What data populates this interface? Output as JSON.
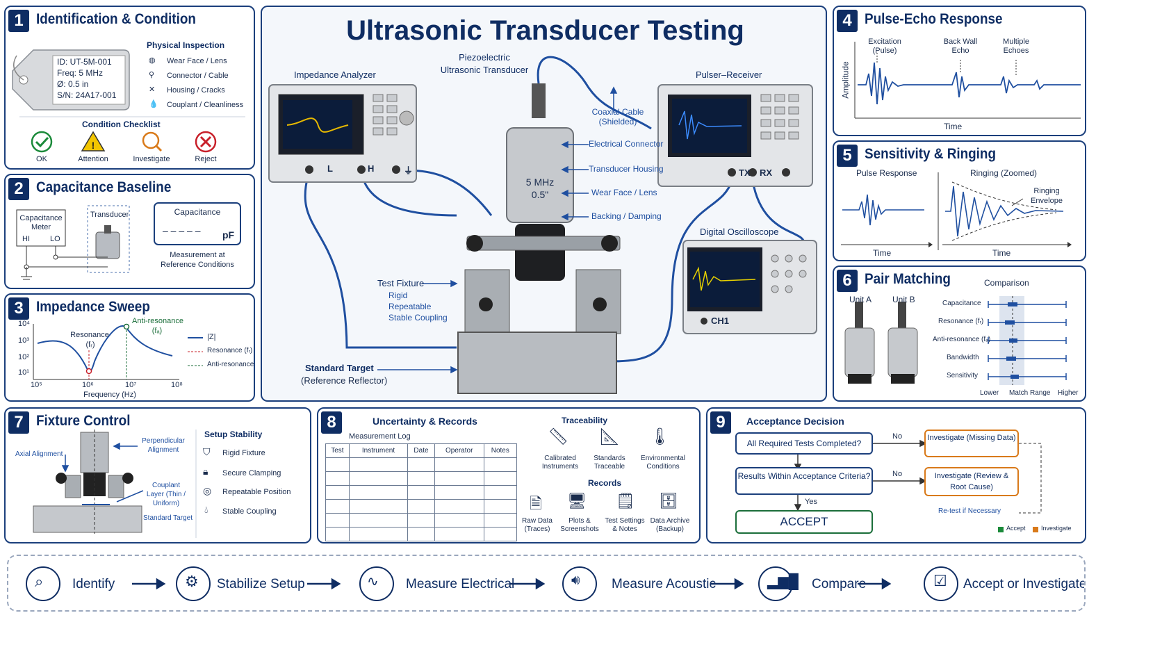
{
  "main_title": "Ultrasonic Transducer Testing",
  "panel1": {
    "num": "1",
    "title": "Identification & Condition",
    "tag": [
      "ID: UT-5M-001",
      "Freq: 5 MHz",
      "Ø:  0.5 in",
      "S/N: 24A17-001"
    ],
    "inspection_title": "Physical Inspection",
    "inspection_items": [
      "Wear Face / Lens",
      "Connector / Cable",
      "Housing / Cracks",
      "Couplant / Cleanliness"
    ],
    "checklist_title": "Condition Checklist",
    "checklist": [
      "OK",
      "Attention",
      "Investigate",
      "Reject"
    ]
  },
  "panel2": {
    "num": "2",
    "title": "Capacitance Baseline",
    "meter": "Capacitance Meter",
    "hi": "HI",
    "lo": "LO",
    "transducer": "Transducer",
    "readout_title": "Capacitance",
    "readout_value": "– – – – –",
    "readout_unit": "pF",
    "note": "Measurement at Reference Conditions"
  },
  "panel3": {
    "num": "3",
    "title": "Impedance Sweep",
    "y_ticks": [
      "10⁴",
      "10³",
      "10²",
      "10¹"
    ],
    "x_ticks": [
      "10⁵",
      "10⁶",
      "10⁷",
      "10⁸"
    ],
    "xlabel": "Frequency (Hz)",
    "resonance": "Resonance",
    "resonance_sym": "(fᵣ)",
    "antiresonance": "Anti-resonance",
    "antiresonance_sym": "(fₐ)",
    "legend": [
      "|Z|",
      "Resonance (fᵣ)",
      "Anti-resonance (fₐ)"
    ]
  },
  "center": {
    "impedance_analyzer": "Impedance Analyzer",
    "ia_ports": [
      "L",
      "H",
      "⏚"
    ],
    "transducer_label": "Piezoelectric Ultrasonic Transducer",
    "transducer_text": [
      "5 MHz",
      "0.5\""
    ],
    "pulser_receiver": "Pulser–Receiver",
    "pr_ports": [
      "TX",
      "RX"
    ],
    "callouts": [
      "Coaxial Cable (Shielded)",
      "Electrical Connector",
      "Transducer Housing",
      "Wear Face / Lens",
      "Backing / Damping"
    ],
    "oscilloscope": "Digital Oscilloscope",
    "scope_port": "CH1",
    "fixture_title": "Test Fixture",
    "fixture_items": [
      "Rigid",
      "Repeatable",
      "Stable Coupling"
    ],
    "target": "Standard Target",
    "target_sub": "(Reference Reflector)"
  },
  "panel4": {
    "num": "4",
    "title": "Pulse-Echo Response",
    "labels": [
      "Excitation (Pulse)",
      "Back Wall Echo",
      "Multiple Echoes"
    ],
    "ylabel": "Amplitude",
    "xlabel": "Time"
  },
  "panel5": {
    "num": "5",
    "title": "Sensitivity & Ringing",
    "left_title": "Pulse Response",
    "right_title": "Ringing (Zoomed)",
    "envelope": "Ringing Envelope",
    "xlabel": "Time"
  },
  "panel6": {
    "num": "6",
    "title": "Pair Matching",
    "unit_a": "Unit A",
    "unit_b": "Unit B",
    "comparison": "Comparison",
    "rows": [
      "Capacitance",
      "Resonance (fᵣ)",
      "Anti-resonance (fₐ)",
      "Bandwidth",
      "Sensitivity"
    ],
    "scale": [
      "Lower",
      "Match Range",
      "Higher"
    ]
  },
  "panel7": {
    "num": "7",
    "title": "Fixture Control",
    "labels": [
      "Axial Alignment",
      "Perpendicular Alignment",
      "Couplant Layer (Thin / Uniform)",
      "Standard Target"
    ],
    "stability_title": "Setup Stability",
    "stability": [
      "Rigid Fixture",
      "Secure Clamping",
      "Repeatable Position",
      "Stable Coupling"
    ]
  },
  "panel8": {
    "num": "8",
    "title": "Uncertainty & Records",
    "log_title": "Measurement Log",
    "columns": [
      "Test",
      "Instrument",
      "Date",
      "Operator",
      "Notes"
    ],
    "traceability_title": "Traceability",
    "traceability": [
      "Calibrated Instruments",
      "Standards Traceable",
      "Environmental Conditions"
    ],
    "records_title": "Records",
    "records": [
      "Raw Data (Traces)",
      "Plots & Screenshots",
      "Test Settings & Notes",
      "Data Archive (Backup)"
    ]
  },
  "panel9": {
    "num": "9",
    "title": "Acceptance  Decision",
    "q1": "All Required Tests Completed?",
    "q2": "Results Within Acceptance Criteria?",
    "accept": "ACCEPT",
    "inv1": "Investigate (Missing Data)",
    "inv2": "Investigate (Review & Root Cause)",
    "no": "No",
    "yes": "Yes",
    "retest": "Re-test if Necessary",
    "legend": [
      "Accept",
      "Investigate"
    ]
  },
  "workflow": [
    "Identify",
    "Stabilize Setup",
    "Measure Electrical",
    "Measure Acoustic",
    "Compare",
    "Accept or Investigate"
  ],
  "colors": {
    "navy": "#0f2d63",
    "blue": "#1f4fa0",
    "green": "#1b8a3a",
    "orange": "#d97a1a",
    "red": "#c8202a"
  }
}
